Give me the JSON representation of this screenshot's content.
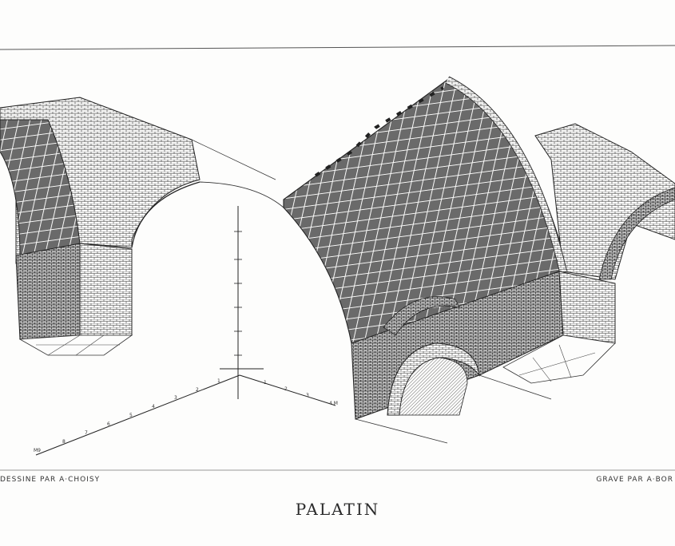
{
  "plate": {
    "title": "PALATIN",
    "credit_left": "DESSINE PAR A·CHOISY",
    "credit_right": "GRAVE PAR A·BOR"
  },
  "scale": {
    "x_labels": [
      "1",
      "2",
      "3",
      "4 M"
    ],
    "y_labels": [
      "1",
      "2",
      "3",
      "4",
      "5",
      "6",
      "7",
      "8",
      "M9"
    ]
  },
  "colors": {
    "ink": "#2a2a2a",
    "paper": "#fdfdfc"
  }
}
